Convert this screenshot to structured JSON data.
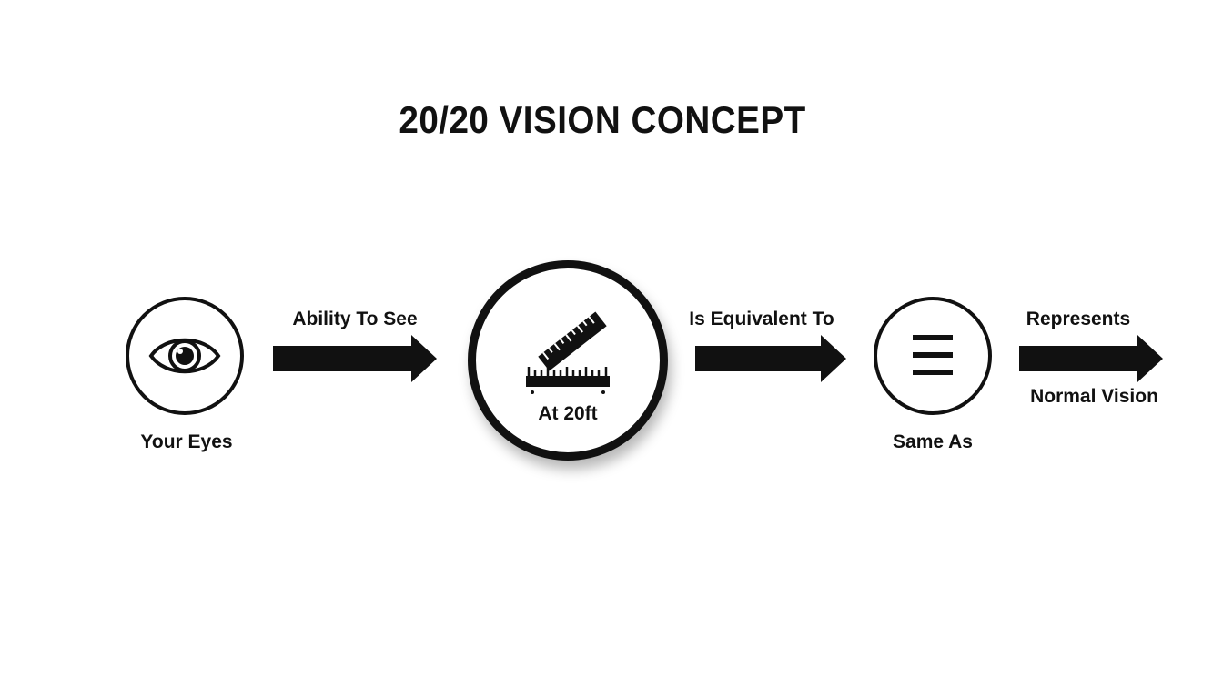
{
  "title": "20/20 VISION CONCEPT",
  "nodes": {
    "eye": {
      "label": "Your Eyes",
      "icon": "eye-icon"
    },
    "center": {
      "label": "At 20ft",
      "icon": "ruler-icon"
    },
    "equal": {
      "label": "Same As",
      "icon": "equals-icon"
    }
  },
  "arrows": {
    "first": {
      "label": "Ability To See"
    },
    "second": {
      "label": "Is Equivalent To"
    },
    "third": {
      "label_top": "Represents",
      "label_bottom": "Normal Vision"
    }
  },
  "colors": {
    "ink": "#111111",
    "background": "#ffffff"
  }
}
